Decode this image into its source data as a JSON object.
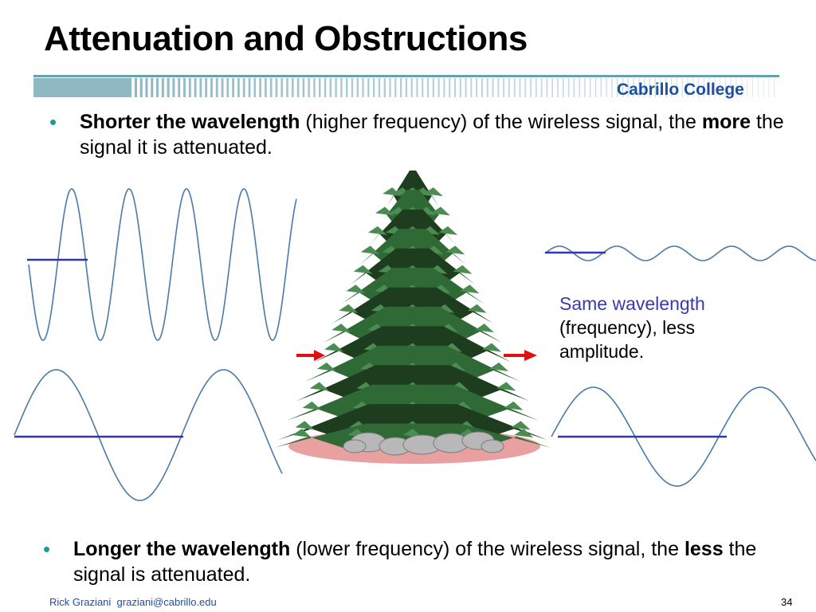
{
  "slide": {
    "title": "Attenuation and Obstructions",
    "brand": "Cabrillo College",
    "bullet1": {
      "bold_start": "Shorter the wavelength",
      "text_mid": " (higher frequency) of the wireless signal, the ",
      "bold_mid": "more",
      "text_end": " the signal it is attenuated."
    },
    "note": {
      "line1": "Same wavelength",
      "line2": "(frequency), less",
      "line3": "amplitude."
    },
    "bullet2": {
      "bold_start": "Longer the wavelength",
      "text_mid": " (lower frequency) of the wireless signal, the ",
      "bold_mid": "less",
      "text_end": " the signal is attenuated."
    },
    "footer": {
      "author": "Rick Graziani",
      "email": "graziani@cabrillo.edu",
      "page": "34"
    }
  },
  "colors": {
    "wave": "#4a7aa8",
    "axis": "#3434b0",
    "arrow": "#e01010",
    "tree_dark": "#1e3d1e",
    "tree_mid": "#2f6a36",
    "tree_light": "#4a8c52",
    "rock": "#b8b8b8",
    "ground": "#e8a0a0",
    "brand": "#1f4fa3",
    "bullet_dot": "#1f9a9a"
  }
}
